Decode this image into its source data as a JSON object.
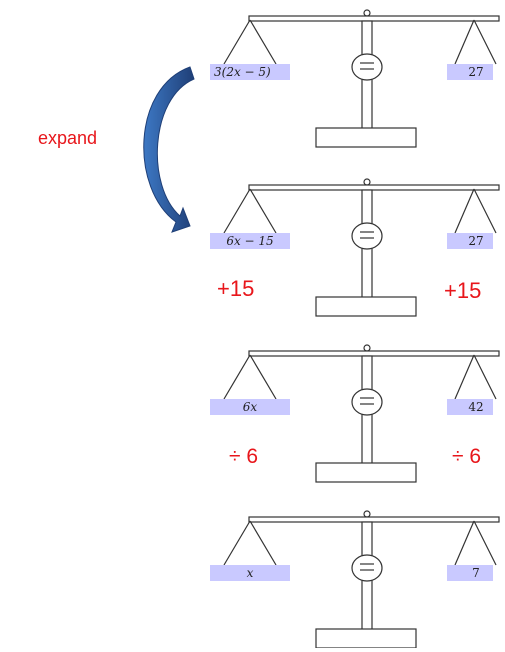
{
  "colors": {
    "pan_fill": "#c9c9ff",
    "annotation": "#e8161b",
    "arrow": "#2a5fa8",
    "arrow_dark": "#1f3f77",
    "line": "#333333"
  },
  "annotations": {
    "expand": "expand",
    "step2_left": "+15",
    "step2_right": "+15",
    "step3_left": "÷ 6",
    "step3_right": "÷ 6"
  },
  "balances": [
    {
      "left": "3(2x − 5)",
      "right": "27",
      "symbol": "="
    },
    {
      "left": "6x − 15",
      "right": "27",
      "symbol": "="
    },
    {
      "left": "6x",
      "right": "42",
      "symbol": "="
    },
    {
      "left": "x",
      "right": "7",
      "symbol": "="
    }
  ]
}
